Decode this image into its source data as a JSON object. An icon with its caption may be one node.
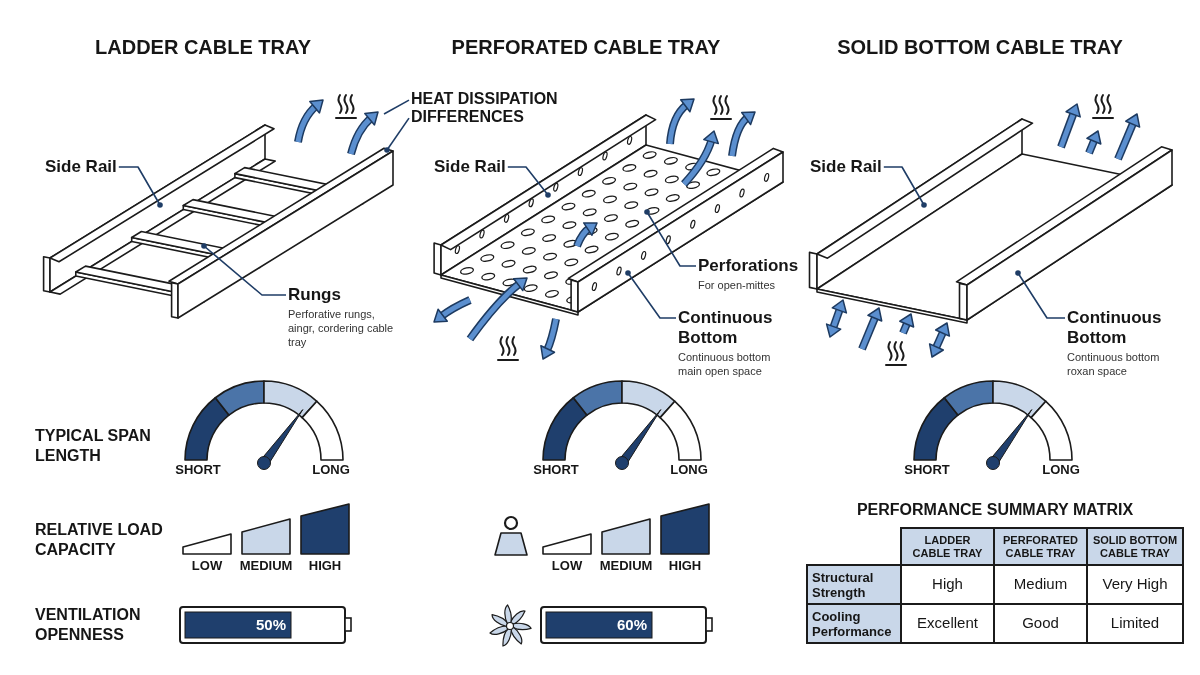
{
  "diagram": {
    "nodes": [
      {
        "text": [
          "Side Rail"
        ]
      },
      {
        "text": [
          "Rungs",
          "Perforative rungs, aingr, cordering cable tray"
        ]
      },
      {
        "text": [
          "HEAT DISSIPATION DIFFERENCES"
        ]
      },
      {
        "text": [
          "Side Rail"
        ]
      },
      {
        "text": [
          "Perforations",
          "For open-mittes"
        ]
      },
      {
        "text": [
          "Continuous Bottom",
          "Continuous bottom main open space"
        ]
      },
      {
        "text": [
          "Side Rail"
        ]
      },
      {
        "text": [
          "Continuous Bottom",
          "Continuous bottom roxan space"
        ]
      }
    ],
    "edges": [
      {
        "from": 0,
        "to": null,
        "arrow": "other"
      },
      {
        "from": 1,
        "to": null,
        "arrow": "other"
      },
      {
        "from": 2,
        "to": null,
        "arrow": "none"
      },
      {
        "from": 2,
        "to": null,
        "arrow": "other"
      },
      {
        "from": 3,
        "to": null,
        "arrow": "other"
      },
      {
        "from": 4,
        "to": null,
        "arrow": "other"
      },
      {
        "from": 5,
        "to": null,
        "arrow": "other"
      },
      {
        "from": 6,
        "to": null,
        "arrow": "other"
      },
      {
        "from": 7,
        "to": null,
        "arrow": "other"
      }
    ],
    "labels": [
      "LADDER CABLE TRAY",
      "PERFORATED CABLE TRAY",
      "SOLID BOTTOM CABLE TRAY",
      "TYPICAL SPAN LENGTH",
      "SHORT",
      "LONG",
      "SHORT",
      "LONG",
      "SHORT",
      "LONG",
      "RELATIVE LOAD CAPACITY",
      "LOW",
      "MEDIUM",
      "HIGH",
      "LOW",
      "MEDIUM",
      "HIGH",
      "VENTILATION OPENNESS",
      "50%",
      "60%",
      "PERFORMANCE SUMMARY MATRIX",
      "LADDER CABLE TRAY",
      "PERFORATED CABLE TRAY",
      "SOLID BOTTOM CABLE TRAY",
      "Structural Strength",
      "High",
      "Medium",
      "Very High",
      "Cooling Performance",
      "Excellent",
      "Good",
      "Limited"
    ]
  }
}
